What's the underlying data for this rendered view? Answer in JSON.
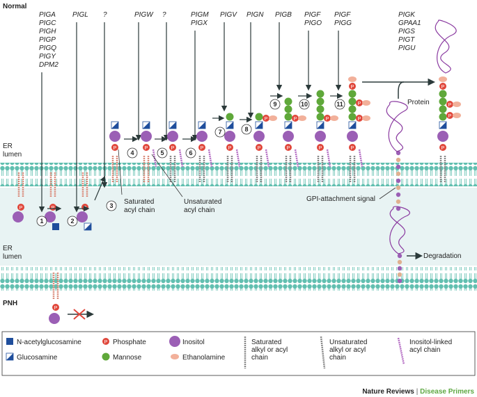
{
  "normal_label": "Normal",
  "pnh_label": "PNH",
  "er_lumen_label": [
    "ER",
    "lumen"
  ],
  "gene_groups": [
    {
      "genes": [
        "PIGA",
        "PIGC",
        "PIGH",
        "PIGP",
        "PIGQ",
        "PIGY",
        "DPM2"
      ]
    },
    {
      "genes": [
        "PIGL"
      ]
    },
    {
      "genes": [
        "?"
      ]
    },
    {
      "genes": [
        "PIGW"
      ]
    },
    {
      "genes": [
        "?"
      ]
    },
    {
      "genes": [
        "PIGM",
        "PIGX"
      ]
    },
    {
      "genes": [
        "PIGV"
      ]
    },
    {
      "genes": [
        "PIGN"
      ]
    },
    {
      "genes": [
        "PIGB"
      ]
    },
    {
      "genes": [
        "PIGF",
        "PIGO"
      ]
    },
    {
      "genes": [
        "PIGF",
        "PIGG"
      ]
    },
    {
      "genes": [
        "PIGK",
        "GPAA1",
        "PIGS",
        "PIGT",
        "PIGU"
      ]
    }
  ],
  "steps": [
    "1",
    "2",
    "3",
    "4",
    "5",
    "6",
    "7",
    "8",
    "9",
    "10",
    "11"
  ],
  "annotations": {
    "saturated": [
      "Saturated",
      "acyl chain"
    ],
    "unsaturated": [
      "Unsaturated",
      "acyl chain"
    ],
    "gpi_signal": "GPI-attachment signal",
    "protein": "Protein",
    "degradation": "Degradation"
  },
  "legend": {
    "items": [
      {
        "label": "N-acetylglucosamine"
      },
      {
        "label": "Glucosamine"
      },
      {
        "label": "Phosphate"
      },
      {
        "label": "Mannose"
      },
      {
        "label": "Inositol"
      },
      {
        "label": "Ethanolamine"
      },
      {
        "label": [
          "Saturated",
          "alkyl or acyl",
          "chain"
        ]
      },
      {
        "label": [
          "Unsaturated",
          "alkyl or acyl",
          "chain"
        ]
      },
      {
        "label": [
          "Inositol-linked",
          "acyl chain"
        ]
      }
    ]
  },
  "phosphate_symbol": "P",
  "credit": {
    "part1": "Nature Reviews",
    "separator": " | ",
    "part2": "Disease Primers"
  },
  "colors": {
    "inositol": "#9b5fb5",
    "phosphate": "#e0463a",
    "mannose": "#5fa83a",
    "ethanolamine": "#f2b09a",
    "glcnac": "#1f4e9c",
    "membrane": "#62bfb0",
    "band": "#e8f3f3",
    "protein": "#8a3aa0",
    "credit_green": "#5ea843"
  }
}
